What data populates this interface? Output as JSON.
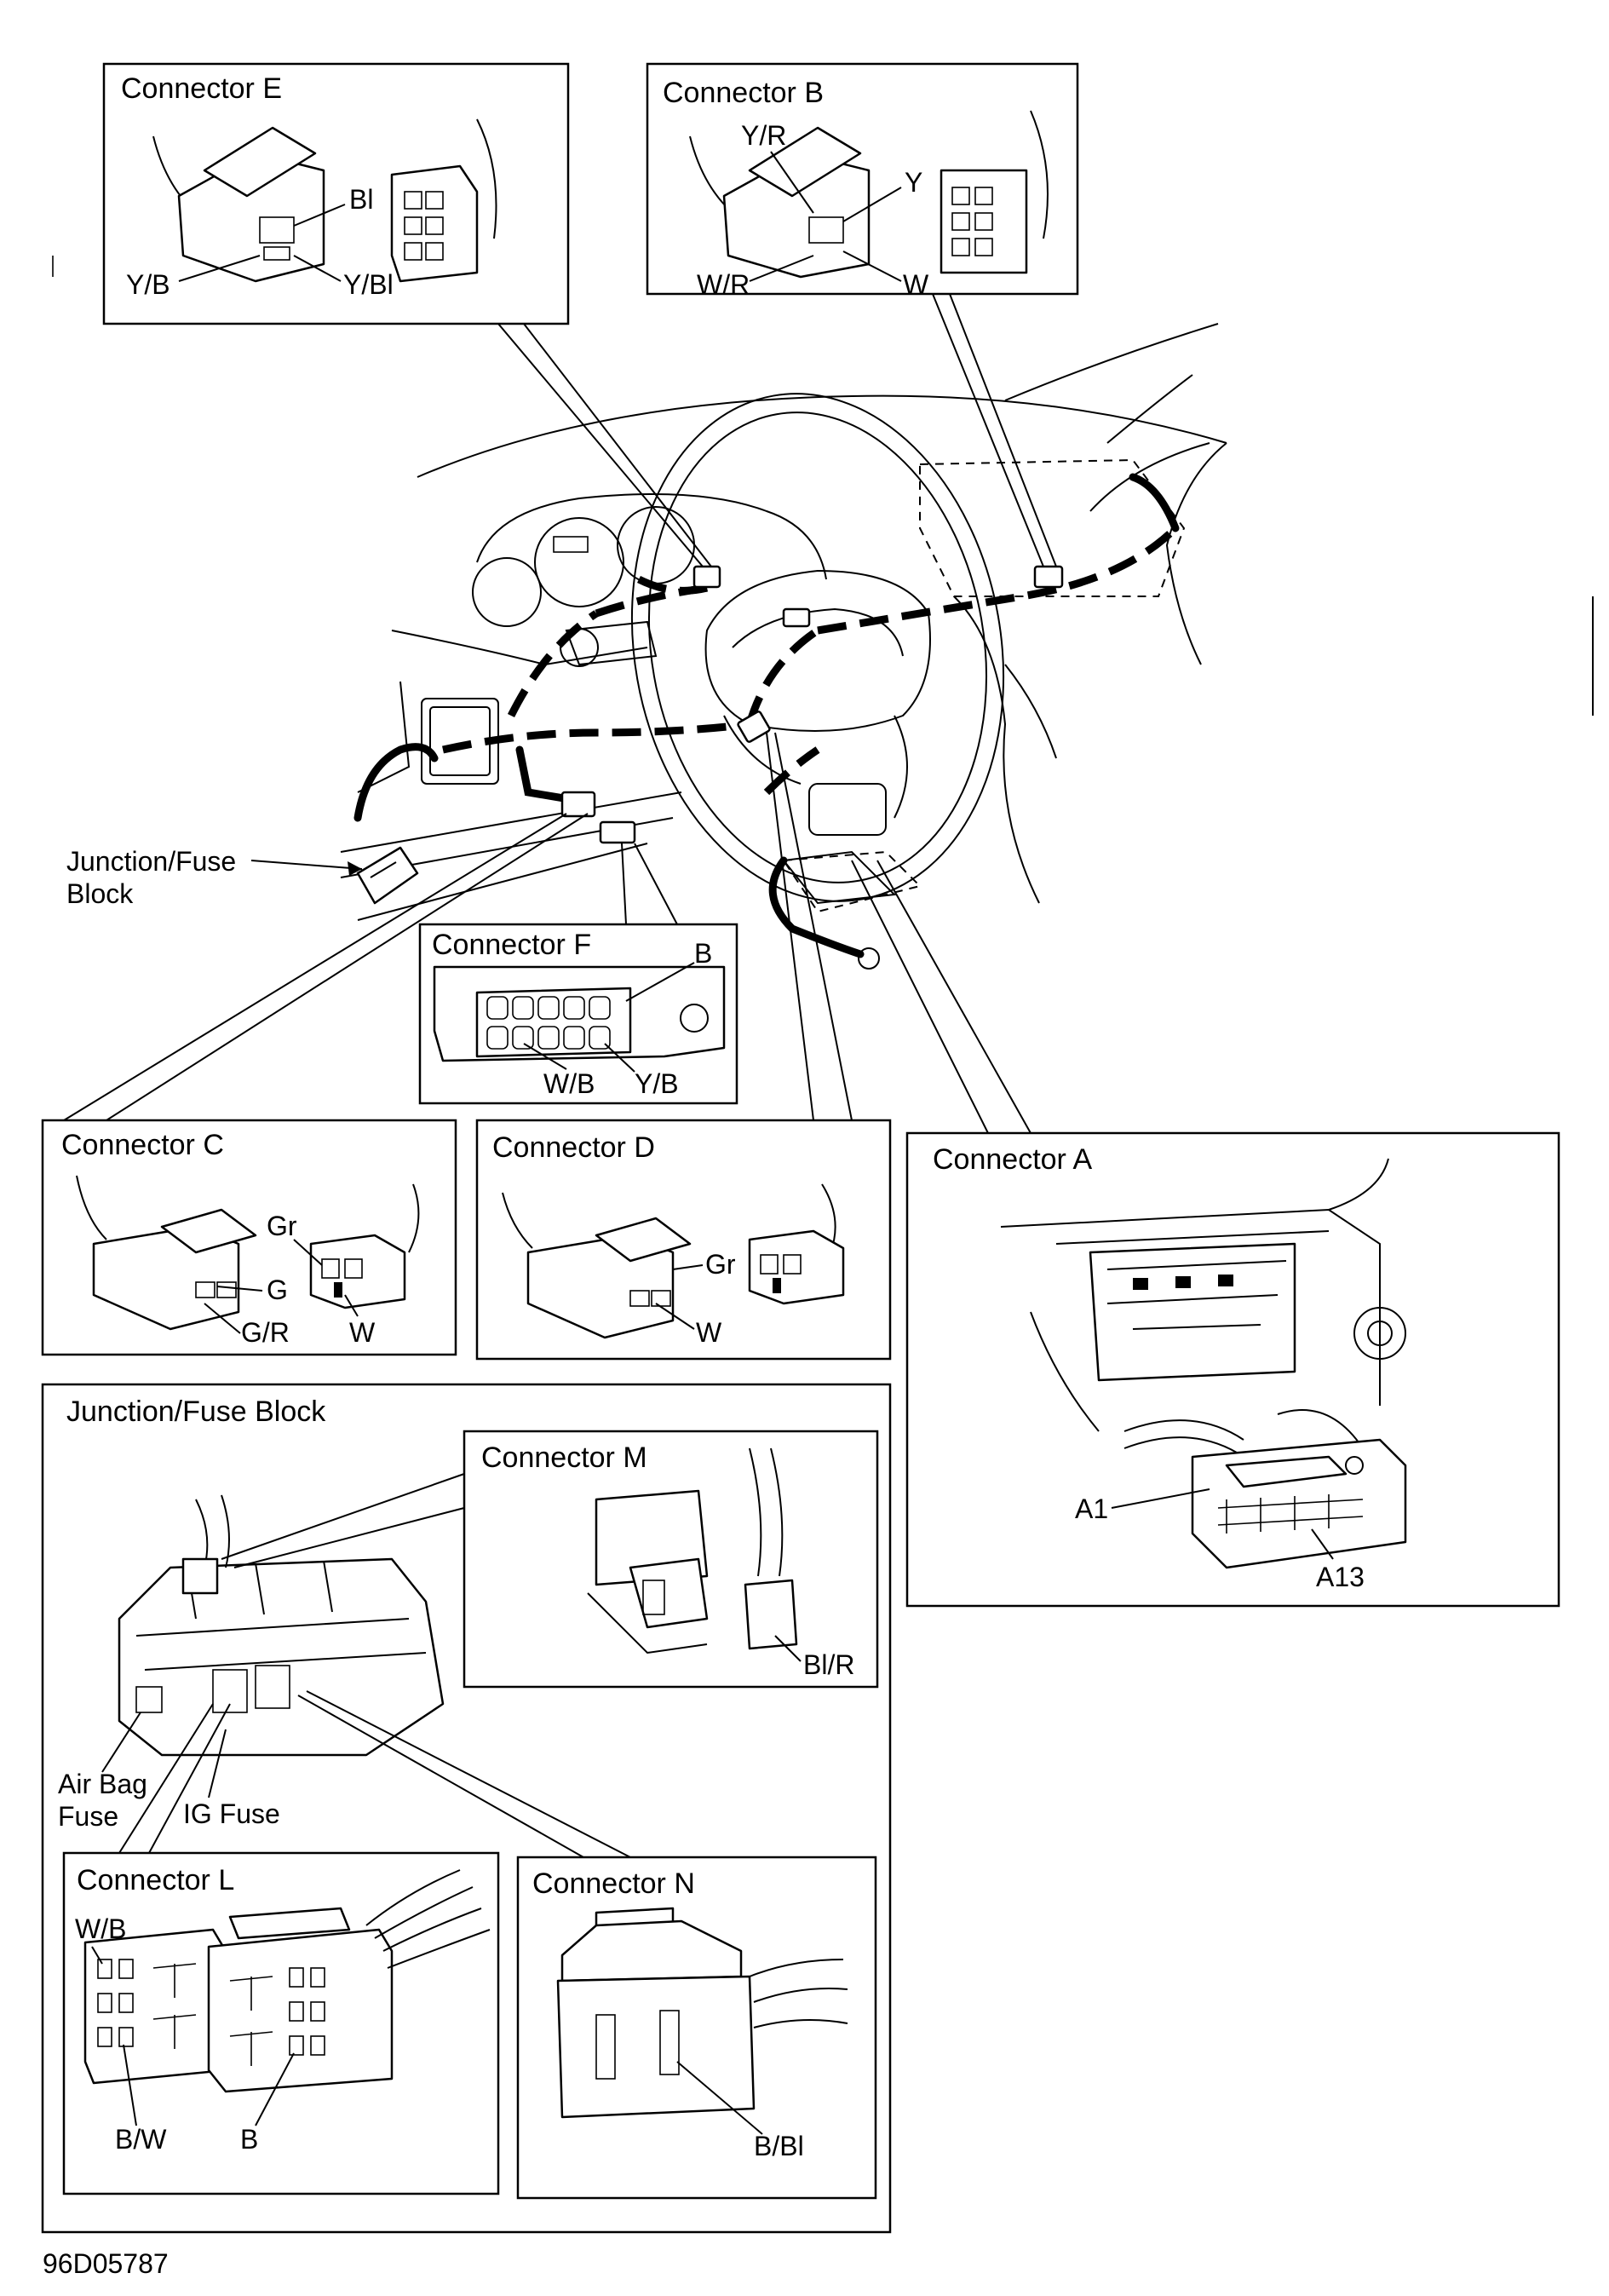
{
  "figure_id": "96D05787",
  "connectors": {
    "E": {
      "title": "Connector E",
      "labels": [
        "Bl",
        "Y/B",
        "Y/Bl"
      ]
    },
    "B": {
      "title": "Connector B",
      "labels": [
        "Y/R",
        "Y",
        "W/R",
        "W"
      ]
    },
    "F": {
      "title": "Connector F",
      "labels": [
        "B",
        "W/B",
        "Y/B"
      ]
    },
    "C": {
      "title": "Connector C",
      "labels": [
        "Gr",
        "G",
        "G/R",
        "W"
      ]
    },
    "D": {
      "title": "Connector D",
      "labels": [
        "Gr",
        "W"
      ]
    },
    "A": {
      "title": "Connector A",
      "labels": [
        "A1",
        "A13"
      ]
    },
    "M": {
      "title": "Connector M",
      "labels": [
        "Bl/R"
      ]
    },
    "L": {
      "title": "Connector L",
      "labels": [
        "W/B",
        "B/W",
        "B"
      ]
    },
    "N": {
      "title": "Connector N",
      "labels": [
        "B/Bl"
      ]
    }
  },
  "junction_fuse_block": {
    "callout": "Junction/Fuse Block",
    "panel_title": "Junction/Fuse Block",
    "air_bag_fuse": "Air Bag Fuse",
    "ig_fuse": "IG Fuse"
  }
}
